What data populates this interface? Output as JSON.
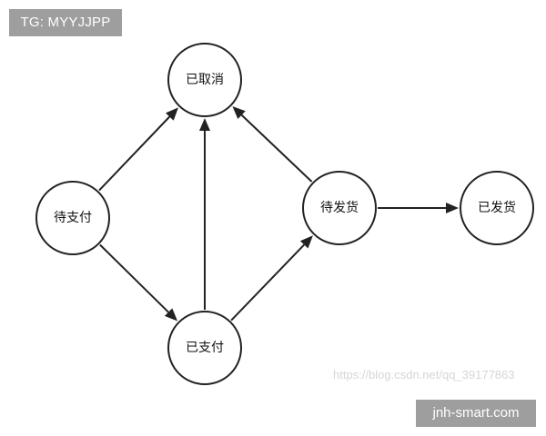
{
  "header_tag": "TG: MYYJJPP",
  "footer_tag": "jnh-smart.com",
  "watermark": "https://blog.csdn.net/qq_39177863",
  "nodes": {
    "cancelled": "已取消",
    "pending_payment": "待支付",
    "paid": "已支付",
    "pending_shipment": "待发货",
    "shipped": "已发货"
  },
  "edges": [
    {
      "from": "pending_payment",
      "to": "cancelled"
    },
    {
      "from": "pending_payment",
      "to": "paid"
    },
    {
      "from": "paid",
      "to": "cancelled"
    },
    {
      "from": "paid",
      "to": "pending_shipment"
    },
    {
      "from": "pending_shipment",
      "to": "cancelled"
    },
    {
      "from": "pending_shipment",
      "to": "shipped"
    }
  ]
}
